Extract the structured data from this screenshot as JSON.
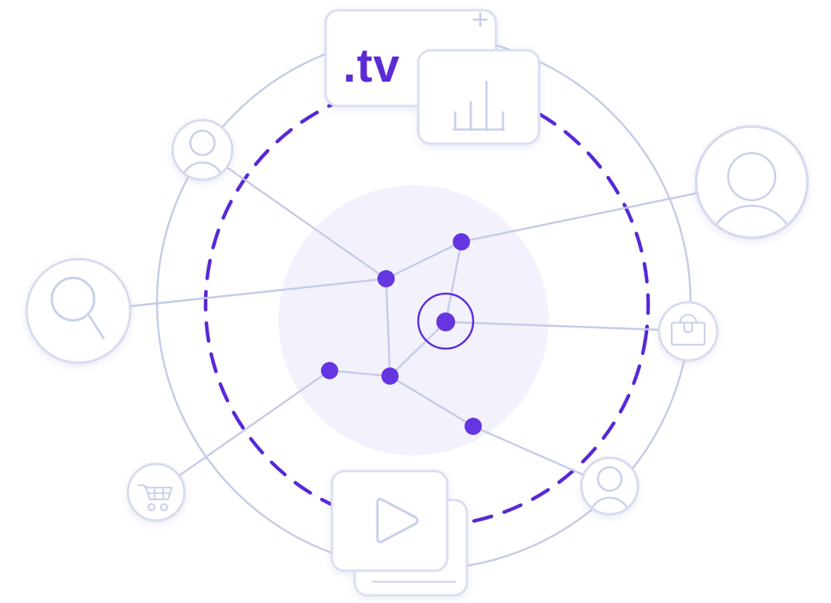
{
  "illustration": {
    "domain_card": {
      "label": ".tv",
      "corner_icon": "plus-icon"
    },
    "analytics_card": {
      "icon": "bar-chart-icon",
      "bar_heights": [
        22,
        35,
        61,
        22
      ]
    },
    "video_card": {
      "icon": "play-icon",
      "stacked_cards": 2
    },
    "orbit_icons": [
      {
        "name": "user-icon",
        "position": "top-left"
      },
      {
        "name": "user-icon",
        "position": "top-right-large"
      },
      {
        "name": "search-icon",
        "position": "left"
      },
      {
        "name": "briefcase-icon",
        "position": "right"
      },
      {
        "name": "cart-icon",
        "position": "bottom-left"
      },
      {
        "name": "user-icon",
        "position": "bottom-right"
      }
    ],
    "network": {
      "node_count": 6,
      "edge_count": 12,
      "highlighted_node_count": 1
    },
    "colors": {
      "purple_accent": "#5b2bd5",
      "node_dot": "#6435e0",
      "node_ring": "#5c2bd9",
      "dashed_orbit": "#5629d6",
      "connector_line": "#c5cbe8",
      "glyph_stroke": "#c9d0ec",
      "icon_border": "#d7dbef",
      "card_border": "#dadef2",
      "card_fill": "#ffffff",
      "hub_fill": "#f2f1fc",
      "background": "#ffffff"
    }
  }
}
